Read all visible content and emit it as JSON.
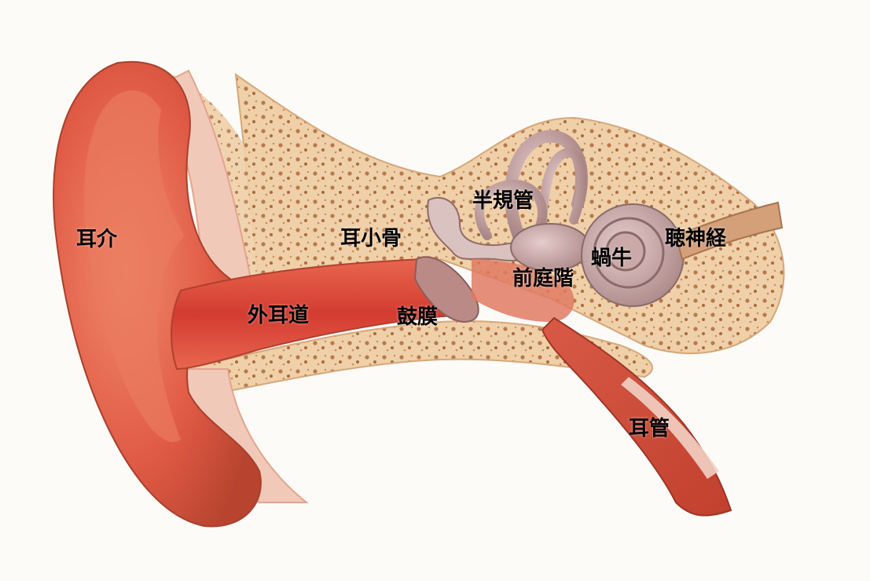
{
  "labels": {
    "pinna": "耳介",
    "ossicles": "耳小骨",
    "semicircular_canals": "半規管",
    "cochlea": "蝸牛",
    "vestibule": "前庭階",
    "auditory_nerve": "聴神経",
    "ear_canal": "外耳道",
    "eardrum": "鼓膜",
    "eustachian_tube": "耳管"
  },
  "colors": {
    "background": "#ffffff",
    "skin": "#e46a4f",
    "skin_dark": "#b8442f",
    "bone": "#f3d8b4",
    "bone_pores": "#c98b5a",
    "cartilage": "#f0c4b4",
    "inner_ear": "#c9a9a9",
    "canal": "#d9463a",
    "label_text": "#000000"
  }
}
